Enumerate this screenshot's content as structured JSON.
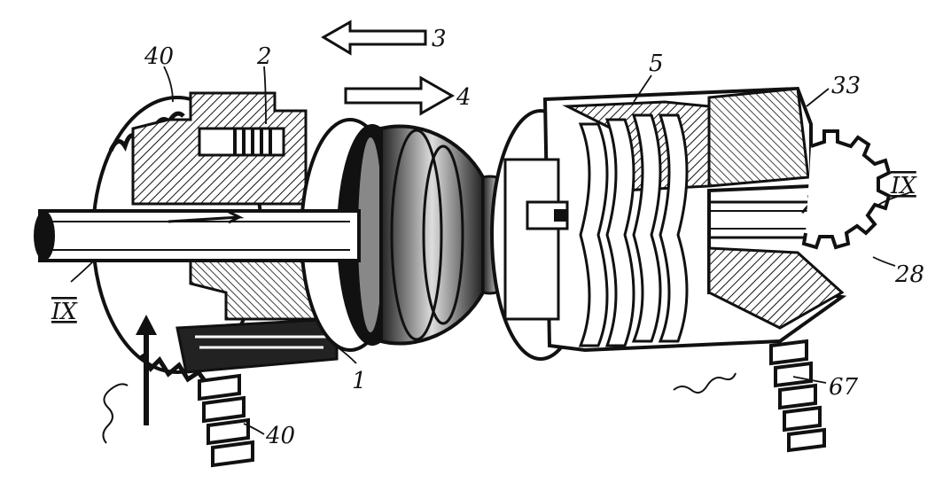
{
  "diagram": {
    "labels": {
      "part_40_top": "40",
      "part_2": "2",
      "direction_3": "3",
      "direction_4": "4",
      "part_5": "5",
      "part_33": "33",
      "section_ix_right": "IX",
      "section_ix_left": "IX",
      "part_28": "28",
      "part_67": "67",
      "part_1": "1",
      "part_40_bottom": "40"
    },
    "colors": {
      "ink": "#111111",
      "paper": "#ffffff"
    }
  }
}
